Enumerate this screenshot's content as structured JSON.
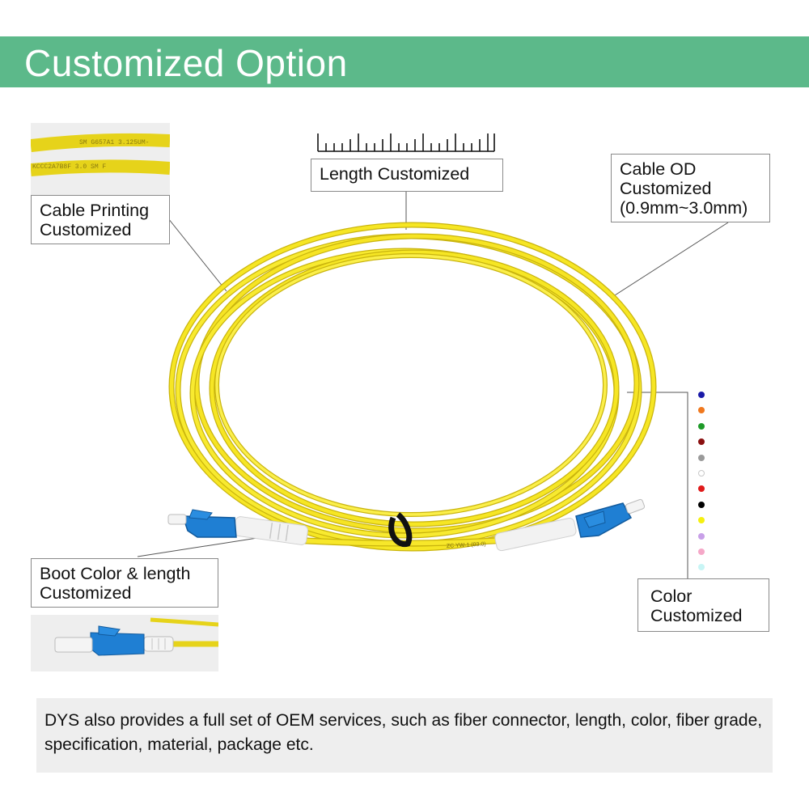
{
  "banner": {
    "title": "Customized Option",
    "color": "#5cb98a"
  },
  "callouts": {
    "length": "Length Customized",
    "cable_od": [
      "Cable OD",
      "Customized",
      "(0.9mm~3.0mm)"
    ],
    "cable_printing": [
      "Cable Printing",
      "Customized"
    ],
    "boot": [
      "Boot Color & length",
      "Customized"
    ],
    "color": [
      "Color",
      "Customized"
    ]
  },
  "thumb_printing": {
    "line1": "SM G657A1 3.125UM-",
    "line2": "KCCC2A7B8F 3.0 SM F"
  },
  "cable_print": "ZC YW-1 (03.0)",
  "color_swatches": [
    "#1a1aa8",
    "#f0781e",
    "#1e9a28",
    "#8a1010",
    "#9a9a9a",
    "#ffffff",
    "#e01a1a",
    "#000000",
    "#f5f010",
    "#c8a0e8",
    "#f5a8c8",
    "#c8f5f5"
  ],
  "cable_color": "#f5e61e",
  "connector_color": "#1e7fd0",
  "footer_text": "DYS also provides a full set of OEM services, such as fiber connector, length, color, fiber grade, specification, material, package etc."
}
